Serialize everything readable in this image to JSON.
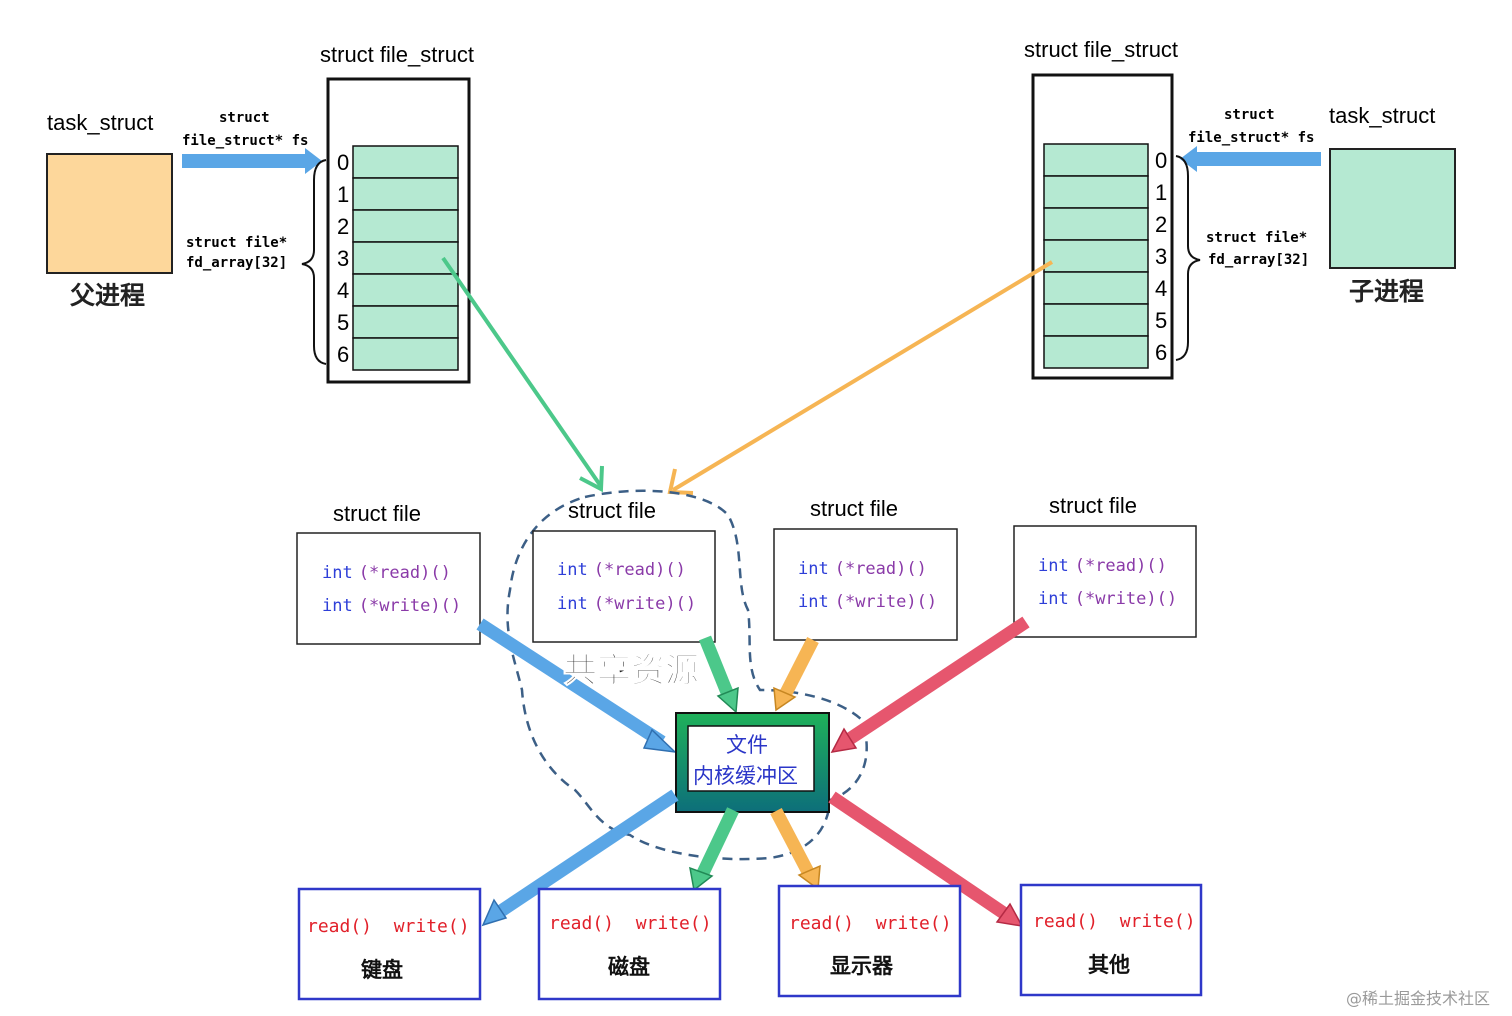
{
  "parent": {
    "task_label": "task_struct",
    "pointer_line1": "struct",
    "pointer_line2": "file_struct* fs",
    "array_line1": "struct file*",
    "array_line2": "fd_array[32]",
    "process_label": "父进程",
    "file_struct_label": "struct file_struct",
    "box_color": "#fdd79b"
  },
  "child": {
    "task_label": "task_struct",
    "pointer_line1": "struct",
    "pointer_line2": "file_struct* fs",
    "array_line1": "struct file*",
    "array_line2": "fd_array[32]",
    "process_label": "子进程",
    "file_struct_label": "struct file_struct",
    "box_color": "#b5e9d2"
  },
  "fd_indices": [
    "0",
    "1",
    "2",
    "3",
    "4",
    "5",
    "6"
  ],
  "struct_files": [
    {
      "title": "struct file",
      "int1": "int",
      "op1": "(*read)()",
      "int2": "int",
      "op2": "(*write)()"
    },
    {
      "title": "struct file",
      "int1": "int",
      "op1": "(*read)()",
      "int2": "int",
      "op2": "(*write)()"
    },
    {
      "title": "struct file",
      "int1": "int",
      "op1": "(*read)()",
      "int2": "int",
      "op2": "(*write)()"
    },
    {
      "title": "struct file",
      "int1": "int",
      "op1": "(*read)()",
      "int2": "int",
      "op2": "(*write)()"
    }
  ],
  "shared_label": "共享资源",
  "buffer": {
    "line1": "文件",
    "line2": "内核缓冲区"
  },
  "devices": [
    {
      "ops": "read()  write()",
      "name": "键盘"
    },
    {
      "ops": "read()  write()",
      "name": "磁盘"
    },
    {
      "ops": "read()  write()",
      "name": "显示器"
    },
    {
      "ops": "read()  write()",
      "name": "其他"
    }
  ],
  "watermark": "@稀土掘金技术社区",
  "colors": {
    "fd_cell": "#b5e9d2",
    "arrow_blue": "#5aa6e6",
    "arrow_green": "#4cc88a",
    "arrow_orange": "#f6b554",
    "arrow_red": "#e6566e",
    "device_border": "#2f38c9",
    "buffer_border": "#16b050"
  }
}
